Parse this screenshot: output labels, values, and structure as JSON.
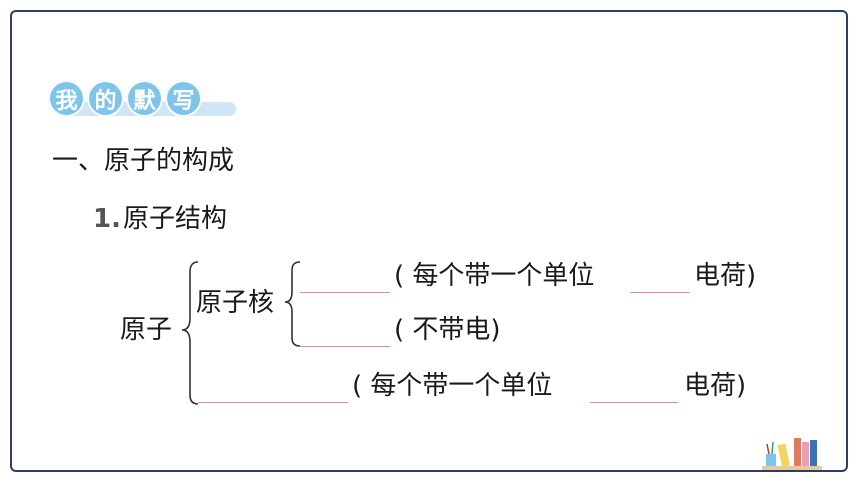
{
  "badge": {
    "chars": [
      "我",
      "的",
      "默",
      "写"
    ]
  },
  "section": {
    "heading": "一、原子的构成",
    "sub_number": "1.",
    "sub_title": "原子结构"
  },
  "diagram": {
    "root": "原子",
    "nucleus": "原子核",
    "proton_note_prefix": "( 每个带一个单位",
    "proton_note_suffix": "电荷)",
    "neutron_note": "( 不带电)",
    "electron_note_prefix": "( 每个带一个单位",
    "electron_note_suffix": "电荷)"
  },
  "colors": {
    "border": "#2c3e66",
    "badge": "#7fc4ea",
    "badge_bar": "#cfe6f6",
    "blank_line": "#e08aa8"
  }
}
